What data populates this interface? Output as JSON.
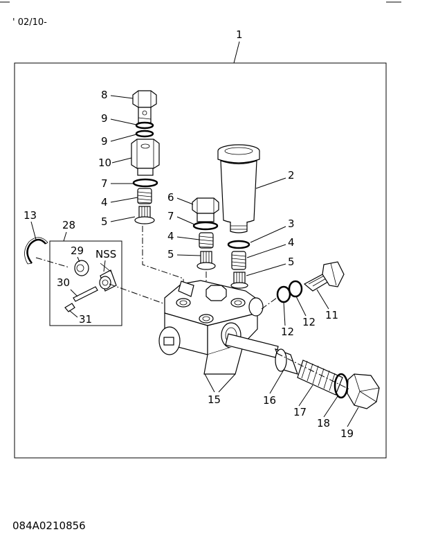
{
  "header": {
    "date_code": "' 02/10-"
  },
  "footer": {
    "drawing_number": "084A0210856"
  },
  "callouts": {
    "c1": "1",
    "c2": "2",
    "c3": "3",
    "c4a": "4",
    "c4b": "4",
    "c4c": "4",
    "c5a": "5",
    "c5b": "5",
    "c5c": "5",
    "c6": "6",
    "c7a": "7",
    "c7b": "7",
    "c8": "8",
    "c9a": "9",
    "c9b": "9",
    "c10": "10",
    "c11": "11",
    "c12a": "12",
    "c12b": "12",
    "c13": "13",
    "c15": "15",
    "c16": "16",
    "c17": "17",
    "c18": "18",
    "c19": "19",
    "c28": "28",
    "c29": "29",
    "c30": "30",
    "c31": "31",
    "nss": "NSS"
  }
}
